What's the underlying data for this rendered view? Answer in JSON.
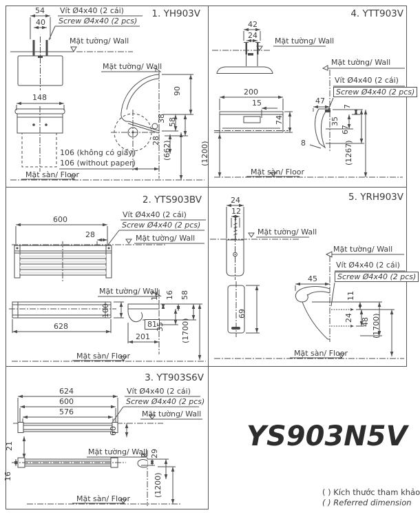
{
  "common": {
    "wall": "Mặt tường/ Wall",
    "floor": "Mặt sàn/ Floor",
    "screw_vi": "Vít Ø4x40 (2 cái)",
    "screw_en": "Screw Ø4x40 (2 pcs)"
  },
  "panel1": {
    "title": "1. YH903V",
    "d54": "54",
    "d40": "40",
    "d148": "148",
    "d90": "90",
    "d38": "38",
    "d58": "58",
    "d28": "28",
    "d662": "(662)",
    "note_vi": "106 (không có giấy)",
    "note_en": "106 (without paper)"
  },
  "panel2": {
    "title": "2. YTS903BV",
    "d600": "600",
    "d28": "28",
    "d628": "628",
    "d100": "100",
    "d12": "12",
    "d16": "16",
    "d58": "58",
    "d81": "81",
    "d35": "35",
    "d201": "201",
    "d1700": "(1700)"
  },
  "panel3": {
    "title": "3. YT903S6V",
    "d624": "624",
    "d600": "600",
    "d576": "576",
    "d60": "60",
    "d21": "21",
    "d16": "16",
    "d9": "9",
    "d29": "29",
    "d1200": "(1200)"
  },
  "panel4": {
    "title": "4. YTT903V",
    "d42": "42",
    "d24": "24",
    "d200": "200",
    "d15": "15",
    "d74": "74",
    "d47": "47",
    "d7": "7",
    "d35": "35",
    "d67": "67",
    "d8": "8",
    "d1200": "(1200)",
    "d1267": "(1267)"
  },
  "panel5": {
    "title": "5. YRH903V",
    "d24": "24",
    "d12": "12",
    "d69": "69",
    "d45": "45",
    "d11": "11",
    "d24b": "24",
    "d48": "48",
    "d1700": "(1700)"
  },
  "footer": {
    "model": "YS903N5V",
    "legend_vi": "( ) Kích thước tham khảo",
    "legend_en": "( ) Referred dimension"
  }
}
